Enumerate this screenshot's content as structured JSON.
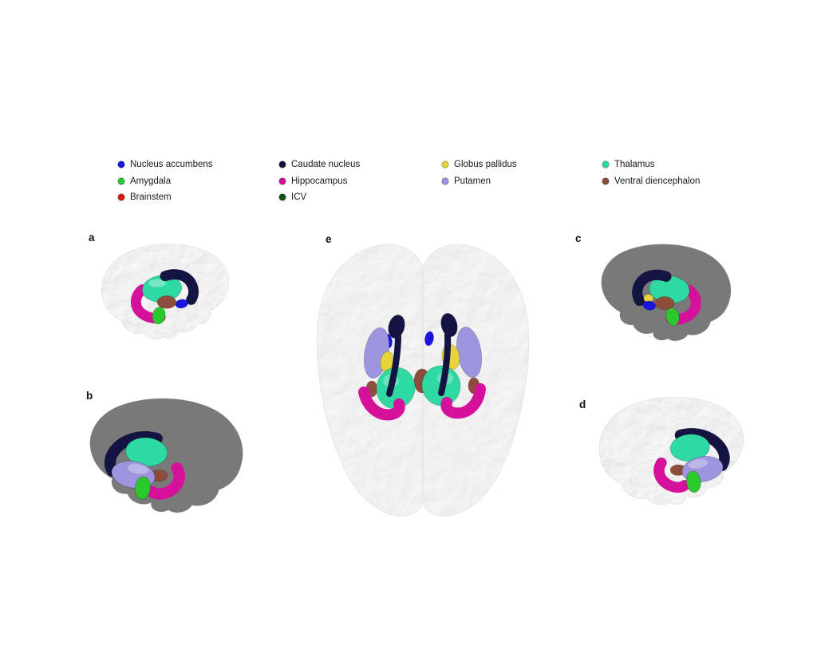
{
  "figure": {
    "background": "#ffffff",
    "panel_labels": {
      "a": "a",
      "b": "b",
      "c": "c",
      "d": "d",
      "e": "e"
    },
    "structures": {
      "nucleus_accumbens": {
        "label": "Nucleus accumbens",
        "color": "#1a14e0"
      },
      "amygdala": {
        "label": "Amygdala",
        "color": "#2cc92c"
      },
      "brainstem": {
        "label": "Brainstem",
        "color": "#da1b15"
      },
      "caudate_nucleus": {
        "label": "Caudate nucleus",
        "color": "#141442"
      },
      "hippocampus": {
        "label": "Hippocampus",
        "color": "#d5109b"
      },
      "icv": {
        "label": "ICV",
        "color": "#0b5a18"
      },
      "globus_pallidus": {
        "label": "Globus pallidus",
        "color": "#e7d33b"
      },
      "putamen": {
        "label": "Putamen",
        "color": "#9e95de"
      },
      "thalamus": {
        "label": "Thalamus",
        "color": "#2fd9a2"
      },
      "ventral_diencephalon": {
        "label": "Ventral diencephalon",
        "color": "#8e4c3a"
      }
    },
    "cortex": {
      "fill": "#f4f4f4",
      "edge": "#e3e3e3"
    }
  }
}
